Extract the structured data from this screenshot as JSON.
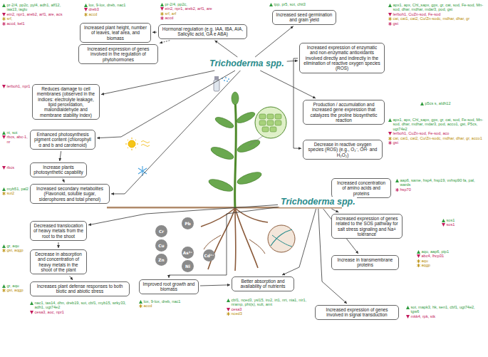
{
  "diagram": {
    "nodes": [
      {
        "text": [
          "Increased plant height, number of leaves, leaf area, and biomass"
        ]
      },
      {
        "text": [
          "Hormonal regulation (e.g. IAA, IBA, AIA, Salicylic acid, GA e ABA)"
        ]
      },
      {
        "text": [
          "Increased seed germination and grain yield"
        ]
      },
      {
        "text": [
          "Increased expression of genes involved in the regulation of phytohormones"
        ]
      },
      {
        "text": [
          "Trichoderma spp."
        ]
      },
      {
        "text": [
          "Increased expression of enzymatic and non-enzymatic antioxidants involved directly and indirectly in the elimination of reactive oxygen species (ROS)"
        ]
      },
      {
        "text": [
          "Reduces damage to cell membranes (observed in the indices: electrolyte leakage, lipid peroxidation, malondialdehyde and membrane stability index)"
        ]
      },
      {
        "text": [
          "Production / accumulation and increased gene expression that catalyzes the proline biosynthetic reaction"
        ]
      },
      {
        "text": [
          "Enhanced photosynthesis pigment content (chlorophyll α and b and carotenoid)"
        ]
      },
      {
        "text": [
          "Decrease in reactive oxygen species (ROS) (e.g., O₂⁻, OH· and H₂O₂)"
        ]
      },
      {
        "text": [
          "Increase plants photosynthetic capability"
        ]
      },
      {
        "text": [
          "Increased secondary metabolites (Flavonoid, soluble sugar, siderophores and total phenol)"
        ]
      },
      {
        "text": [
          "Increased concentration of amino acids and proteins"
        ]
      },
      {
        "text": [
          "Decreased translocation of heavy metals from the root to the shoot"
        ]
      },
      {
        "text": [
          "Increased expression of genes related to the SOS pathway for salt stress signaling and Na+ tolerance"
        ]
      },
      {
        "text": [
          "Decrease in absorption and concentration of heavy metals in the shoot of the plant"
        ]
      },
      {
        "text": [
          "Trichoderma spp."
        ]
      },
      {
        "text": [
          "Increase in transmembrane proteins"
        ]
      },
      {
        "text": [
          "Increases plant defense responses to both biotic and abiotic stress"
        ]
      },
      {
        "text": [
          "Improved root growth and biomass"
        ]
      },
      {
        "text": [
          "Better absorption and availability of nutrients"
        ]
      },
      {
        "text": [
          "Increased expression of genes involved in signal transduction"
        ]
      },
      {
        "text": [
          "Pb"
        ]
      },
      {
        "text": [
          "Cr"
        ]
      },
      {
        "text": [
          "Cu"
        ]
      },
      {
        "text": [
          "Zn"
        ]
      },
      {
        "text": [
          "As³⁺"
        ]
      },
      {
        "text": [
          "Ni"
        ]
      },
      {
        "text": [
          "Cd²⁺"
        ]
      }
    ],
    "edges": [
      {
        "from": 4,
        "to": 1,
        "arrow": "to"
      },
      {
        "from": 1,
        "to": 0,
        "arrow": "to"
      },
      {
        "from": 1,
        "to": 3,
        "arrow": "to"
      },
      {
        "from": 4,
        "to": 2,
        "arrow": "to"
      },
      {
        "from": 4,
        "to": 5,
        "arrow": "to"
      },
      {
        "from": 4,
        "to": 7,
        "arrow": "to"
      },
      {
        "from": 5,
        "to": 9,
        "arrow": "to"
      },
      {
        "from": 4,
        "to": 6,
        "arrow": "to"
      },
      {
        "from": 4,
        "to": 8,
        "arrow": "to"
      },
      {
        "from": 8,
        "to": 10,
        "arrow": "to"
      },
      {
        "from": 4,
        "to": 11,
        "arrow": "to"
      },
      {
        "from": 10,
        "to": 11,
        "arrow": "to"
      },
      {
        "from": 16,
        "to": 12,
        "arrow": "to"
      },
      {
        "from": 16,
        "to": 14,
        "arrow": "to"
      },
      {
        "from": 16,
        "to": 17,
        "arrow": "to"
      },
      {
        "from": 16,
        "to": 21,
        "arrow": "to"
      },
      {
        "from": 16,
        "to": 20,
        "arrow": "to"
      },
      {
        "from": 16,
        "to": 19,
        "arrow": "to"
      },
      {
        "from": 19,
        "to": 20,
        "arrow": "to"
      },
      {
        "from": 16,
        "to": 13,
        "arrow": "to"
      },
      {
        "from": 13,
        "to": 15,
        "arrow": "to"
      },
      {
        "from": 15,
        "to": 18,
        "arrow": "to"
      }
    ],
    "labels": [
      "pr-2/4, pp2c, pyl4, adh1, aff12, iaa13, iaglu",
      "ein2, npr1, areb2, arf1, are, acs",
      "srf,",
      "accd, kel1",
      "lox, 9-lox, dreb, nac1",
      "dreb3",
      "accd",
      "pr-2/4, pp2c,",
      "ein2, npr1, areb2, arf1, are",
      "srf, arf",
      "accd",
      "tpp, pr5, sot, chit3",
      "apx1, apx, Chl_sapx, gpx, gr, cat, sod, Fe-sod, Mn-sod, dhar, mdhar, mdar3, pod, gst",
      "lerboh1, CuZn-sod, Fe-sod",
      "cat, cat1, cat2, Cu/Zn-sodc, mdhar, dhar, gr",
      "gst",
      "lerboh1, npr1",
      "p5cs s, aldh12",
      "apx1, apx, Chl_sapx, gpx, gr, cat, sod, Fe-sod, Mn-sod, dhar, mdhar, mdar3, pod, acco1, gst, P5cs, ugt74e2",
      "lerboh1, CuZn-sod, Fe-sod, aco",
      "cat, cat1, cat2, Cu/Zn-sodc, mdhar, dhar, gr, acco1",
      "gst",
      "ni, sot",
      "rbcs, abc-1, nr",
      "rbcs",
      "myb51, pal2",
      "sut2",
      "aap6, same, hsp4, hsp19, vvhsp90 fa, pal, wards",
      "hsp70",
      "sos1",
      "sos1",
      "gr, aqu",
      "gst, aqgp",
      "aqu, aap6, pip1",
      "abc4, lhcp31",
      "aqu",
      "aqgp",
      "gr, aqu",
      "gst, aqgp",
      "nac1, tas14, dhn, dreb19, sot, cbf1, myb15, wrky33, adh1, ugt74e2",
      "cesa3, aoc, npr1",
      "lox, 9-lox, dreb, nac1",
      "accd",
      "cbf1, nced3, ysl15, iro2, irt1, nrt, nia1, nir1, nramp, pht(s), sult, amt",
      "cesa3",
      "nced3",
      "sot, mapk3, hk, sen1, cbf1, ugt74e2, tgw6",
      "mkk4, rpk, stk"
    ]
  }
}
